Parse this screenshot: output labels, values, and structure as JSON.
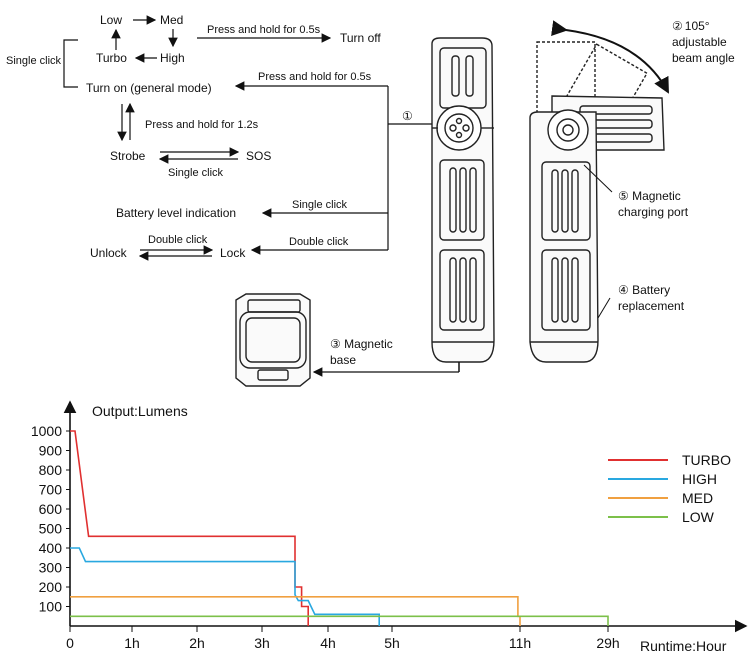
{
  "mode_diagram": {
    "single_click_side": "Single click",
    "low": "Low",
    "med": "Med",
    "high": "High",
    "turbo": "Turbo",
    "hold_off": "Press and hold for 0.5s",
    "turn_off": "Turn off",
    "hold_on": "Press and hold for 0.5s",
    "turn_on": "Turn on (general mode)",
    "hold_strobe": "Press and hold for 1.2s",
    "strobe": "Strobe",
    "sos": "SOS",
    "single_click_strobe": "Single click",
    "single_click_battery": "Single click",
    "battery": "Battery level indication",
    "double_click_left": "Double click",
    "double_click_right": "Double click",
    "unlock": "Unlock",
    "lock": "Lock"
  },
  "callouts": {
    "c1": "①",
    "c2_num": "②",
    "c2_a": "105°",
    "c2_b": "adjustable",
    "c2_c": "beam angle",
    "c3_a": "③ Magnetic",
    "c3_b": "base",
    "c4_a": "④ Battery",
    "c4_b": "replacement",
    "c5_a": "⑤ Magnetic",
    "c5_b": "charging port"
  },
  "chart_data": {
    "type": "line",
    "ylabel": "Output:Lumens",
    "xlabel": "Runtime:Hour",
    "yticks": [
      "1000",
      "900",
      "800",
      "700",
      "600",
      "500",
      "400",
      "300",
      "200",
      "100"
    ],
    "xticks": [
      "0",
      "1h",
      "2h",
      "3h",
      "4h",
      "5h",
      "11h",
      "29h"
    ],
    "ylim": [
      0,
      1000
    ],
    "series": [
      {
        "name": "TURBO",
        "color": "#e03030",
        "points": [
          [
            0,
            1000
          ],
          [
            0.08,
            1000
          ],
          [
            0.3,
            460
          ],
          [
            3.5,
            460
          ],
          [
            3.5,
            200
          ],
          [
            3.6,
            200
          ],
          [
            3.6,
            100
          ],
          [
            3.7,
            100
          ],
          [
            3.7,
            0
          ]
        ]
      },
      {
        "name": "HIGH",
        "color": "#29a8e0",
        "points": [
          [
            0,
            400
          ],
          [
            0.15,
            400
          ],
          [
            0.25,
            330
          ],
          [
            3.5,
            330
          ],
          [
            3.5,
            160
          ],
          [
            3.55,
            130
          ],
          [
            3.7,
            130
          ],
          [
            3.8,
            60
          ],
          [
            4.8,
            60
          ],
          [
            4.8,
            0
          ]
        ]
      },
      {
        "name": "MED",
        "color": "#f0a040",
        "points": [
          [
            0,
            150
          ],
          [
            10.9,
            150
          ],
          [
            10.9,
            50
          ],
          [
            11,
            50
          ],
          [
            11,
            0
          ]
        ]
      },
      {
        "name": "LOW",
        "color": "#7cc04a",
        "points": [
          [
            0,
            50
          ],
          [
            29,
            50
          ],
          [
            29,
            0
          ]
        ]
      }
    ]
  }
}
